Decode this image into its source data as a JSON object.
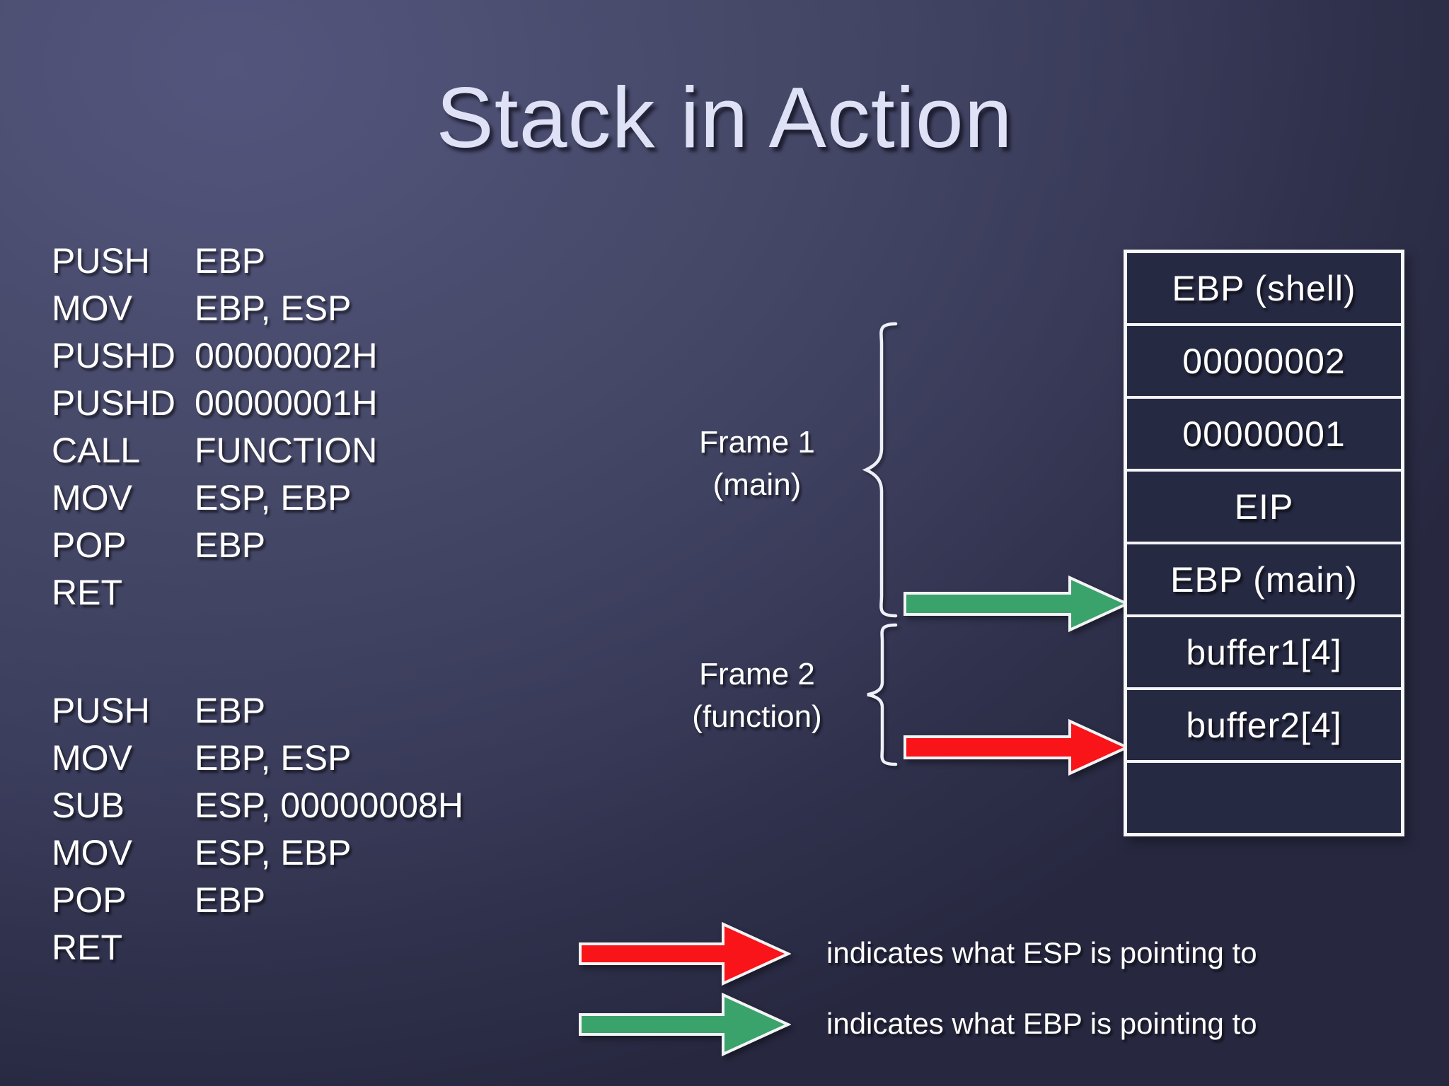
{
  "title": "Stack in Action",
  "colors": {
    "red_arrow": "#f81418",
    "green_arrow": "#3aa26b",
    "arrow_outline": "#f4f4f6",
    "title_text": "#dfe1f6",
    "table_border": "#f8f8f8",
    "cell_background": "#262942",
    "background_top_left": "#53557d",
    "background_bottom_right": "#272840"
  },
  "code1": {
    "lines": [
      {
        "mnemonic": "PUSH",
        "operands": "EBP"
      },
      {
        "mnemonic": "MOV",
        "operands": "EBP, ESP"
      },
      {
        "mnemonic": "PUSHD",
        "operands": "00000002H"
      },
      {
        "mnemonic": "PUSHD",
        "operands": "00000001H"
      },
      {
        "mnemonic": "CALL",
        "operands": "FUNCTION"
      },
      {
        "mnemonic": "MOV",
        "operands": "ESP, EBP"
      },
      {
        "mnemonic": "POP",
        "operands": "EBP"
      },
      {
        "mnemonic": "RET",
        "operands": ""
      }
    ]
  },
  "code2": {
    "lines": [
      {
        "mnemonic": "PUSH",
        "operands": "EBP"
      },
      {
        "mnemonic": "MOV",
        "operands": "EBP, ESP"
      },
      {
        "mnemonic": "SUB",
        "operands": "ESP, 00000008H"
      },
      {
        "mnemonic": "MOV",
        "operands": "ESP, EBP"
      },
      {
        "mnemonic": "POP",
        "operands": "EBP"
      },
      {
        "mnemonic": "RET",
        "operands": ""
      }
    ]
  },
  "frames": {
    "frame1": {
      "line1": "Frame 1",
      "line2": "(main)"
    },
    "frame2": {
      "line1": "Frame 2",
      "line2": "(function)"
    }
  },
  "stack": {
    "cells": [
      "EBP (shell)",
      "00000002",
      "00000001",
      "EIP",
      "EBP (main)",
      "buffer1[4]",
      "buffer2[4]",
      ""
    ]
  },
  "legend": {
    "esp_text": "indicates what ESP is pointing to",
    "ebp_text": "indicates what EBP is pointing to"
  }
}
